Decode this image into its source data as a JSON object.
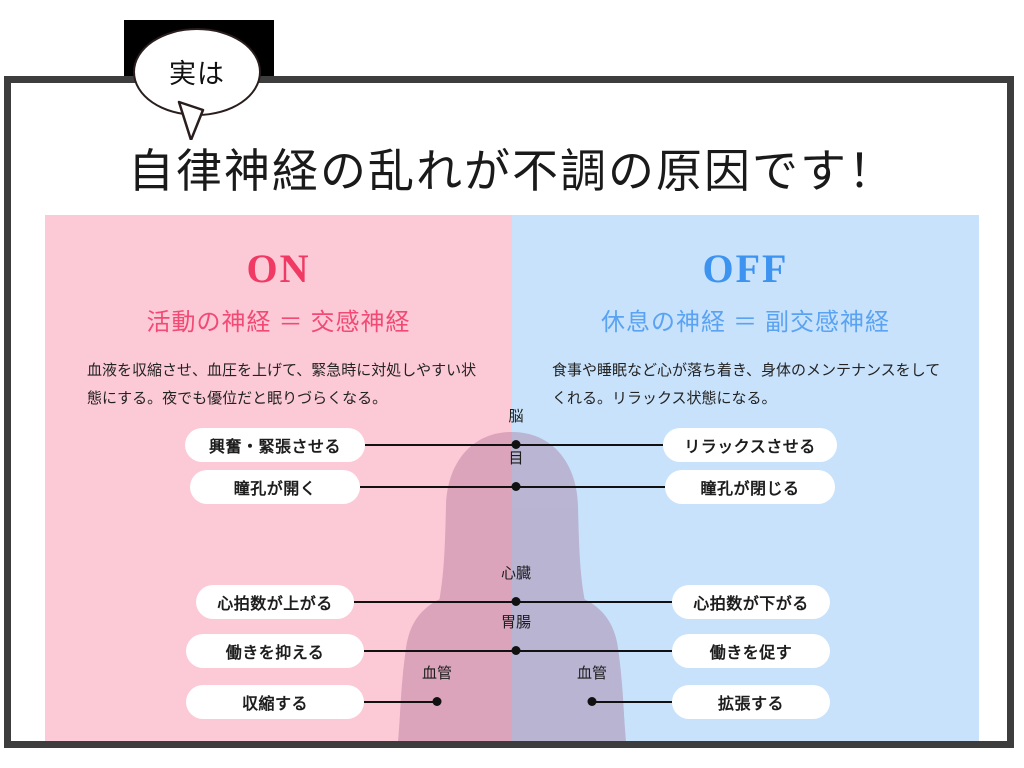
{
  "badge": {
    "text": "実は"
  },
  "title": "自律神経の乱れが不調の原因です！",
  "colors": {
    "frame": "#3d3d3d",
    "panel_on_bg": "#fcc9d6",
    "panel_off_bg": "#c8e2fb",
    "on_accent": "#f03a63",
    "off_accent": "#3d93f0",
    "pill_bg": "#ffffff",
    "line": "#111111",
    "silhouette": "#b27e9b"
  },
  "panels": {
    "on": {
      "heading": "ON",
      "subheading": "活動の神経 ＝ 交感神経",
      "description": "血液を収縮させ、血圧を上げて、緊急時に対処しやすい状態にする。夜でも優位だと眠りづらくなる。"
    },
    "off": {
      "heading": "OFF",
      "subheading": "休息の神経 ＝ 副交感神経",
      "description": "食事や睡眠など心が落ち着き、身体のメンテナンスをしてくれる。リラックス状態になる。"
    }
  },
  "rows": [
    {
      "organ": "脳",
      "organ_right": "",
      "on_label": "興奮・緊張させる",
      "off_label": "リラックスさせる"
    },
    {
      "organ": "目",
      "organ_right": "",
      "on_label": "瞳孔が開く",
      "off_label": "瞳孔が閉じる"
    },
    {
      "organ": "心臓",
      "organ_right": "",
      "on_label": "心拍数が上がる",
      "off_label": "心拍数が下がる"
    },
    {
      "organ": "胃腸",
      "organ_right": "",
      "on_label": "働きを抑える",
      "off_label": "働きを促す"
    },
    {
      "organ": "血管",
      "organ_right": "血管",
      "on_label": "収縮する",
      "off_label": "拡張する"
    }
  ]
}
